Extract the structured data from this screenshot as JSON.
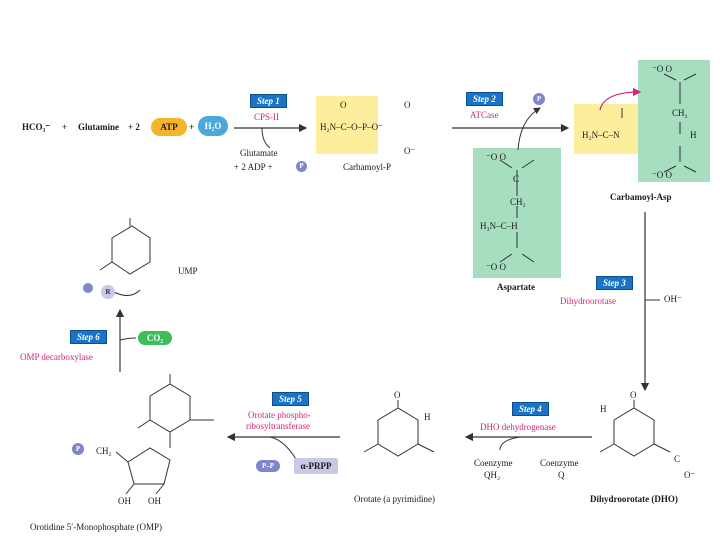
{
  "reactants": {
    "bicarbonate": "HCO₃⁻",
    "plus1": "+",
    "glutamine": "Glutamine",
    "plus2": "+ 2",
    "atp": "ATP",
    "plus3": "+",
    "water": "H₂O"
  },
  "step1": {
    "badge": "Step 1",
    "enzyme": "CPS-II",
    "byproducts_line1": "Glutamate",
    "byproducts_line2": "+ 2 ADP +",
    "pi": "P"
  },
  "carbamoyl_p": {
    "formula": "H₂N–C–O–P–O⁻",
    "o_top": "O",
    "o_top2": "O",
    "o_bottom": "O⁻",
    "name": "Carbamoyl-P"
  },
  "step2": {
    "badge": "Step 2",
    "enzyme": "ATCase",
    "pi": "P"
  },
  "aspartate": {
    "top": "⁻O   O",
    "c4": "C",
    "ch2": "CH₂",
    "nh": "H₃N–C–H",
    "bottom": "⁻O   O",
    "name": "Aspartate"
  },
  "carbamoyl_asp": {
    "top": "⁻O   O",
    "left": "H₂N–C–N",
    "ch2": "CH₂",
    "h": "H",
    "bottom": "⁻O   O",
    "name": "Carbamoyl-Asp"
  },
  "step3": {
    "badge": "Step 3",
    "enzyme": "Dihydroorotase",
    "product": "OH⁻"
  },
  "dho": {
    "o": "O",
    "h": "H",
    "c": "C",
    "coo": "O⁻",
    "name": "Dihydroorotate (DHO)"
  },
  "step4": {
    "badge": "Step 4",
    "enzyme": "DHO dehydrogenase",
    "coenzyme_qh2": "Coenzyme",
    "qh2": "QH₂",
    "coenzyme_q": "Coenzyme",
    "q": "Q"
  },
  "orotate": {
    "o": "O",
    "h": "H",
    "name": "Orotate (a pyrimidine)"
  },
  "step5": {
    "badge": "Step 5",
    "enzyme_line1": "Orotate phospho-",
    "enzyme_line2": "ribosyltransferase",
    "ppi": "P–P",
    "prpp": "α-PRPP"
  },
  "omp": {
    "name": "Orotidine 5′-Monophosphate (OMP)",
    "ch2": "CH₂",
    "oh1": "OH",
    "oh2": "OH",
    "p": "P"
  },
  "step6": {
    "badge": "Step 6",
    "enzyme": "OMP decarboxylase",
    "co2": "CO₂"
  },
  "ump": {
    "name": "UMP",
    "r": "R"
  },
  "colors": {
    "step_badge": "#1a73c4",
    "enzyme_text": "#d2247a",
    "green_box": "#a7dec0",
    "yellow_box": "#fcee9c",
    "atp_pill": "#f5b52a",
    "water_pill": "#4aa8dc",
    "co2_pill": "#3cbf5a",
    "prpp_pill": "#c7c9e6",
    "phosphate": "#7f86c9"
  }
}
